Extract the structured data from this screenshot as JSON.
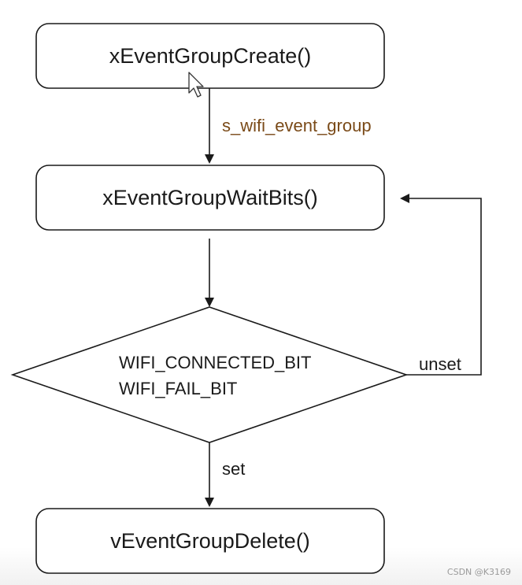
{
  "nodes": {
    "create": "xEventGroupCreate()",
    "wait": "xEventGroupWaitBits()",
    "decision_line1": "WIFI_CONNECTED_BIT",
    "decision_line2": "WIFI_FAIL_BIT",
    "delete": "vEventGroupDelete()"
  },
  "edges": {
    "create_to_wait": "s_wifi_event_group",
    "unset": "unset",
    "set": "set"
  },
  "watermark": "CSDN @K3169",
  "colors": {
    "stroke": "#1a1a1a",
    "variable_text": "#7a4a18"
  }
}
